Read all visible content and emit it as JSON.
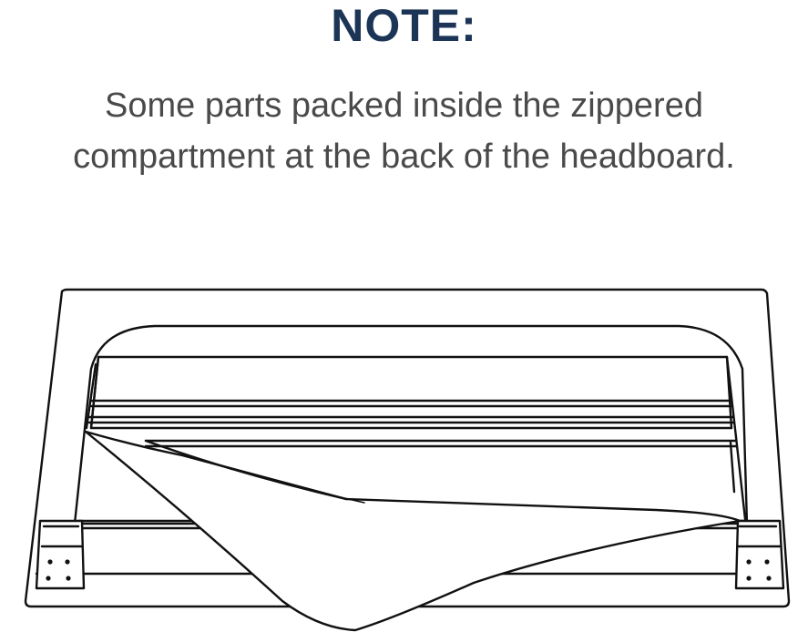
{
  "note": {
    "title": "NOTE:",
    "line1": "Some parts packed inside the zippered",
    "line2": "compartment at the back of the headboard."
  },
  "colors": {
    "title": "#1c3557",
    "body": "#4a4a4a",
    "stroke": "#111111",
    "fill": "#ffffff"
  },
  "illustration": {
    "subject": "headboard-with-open-zippered-compartment"
  }
}
